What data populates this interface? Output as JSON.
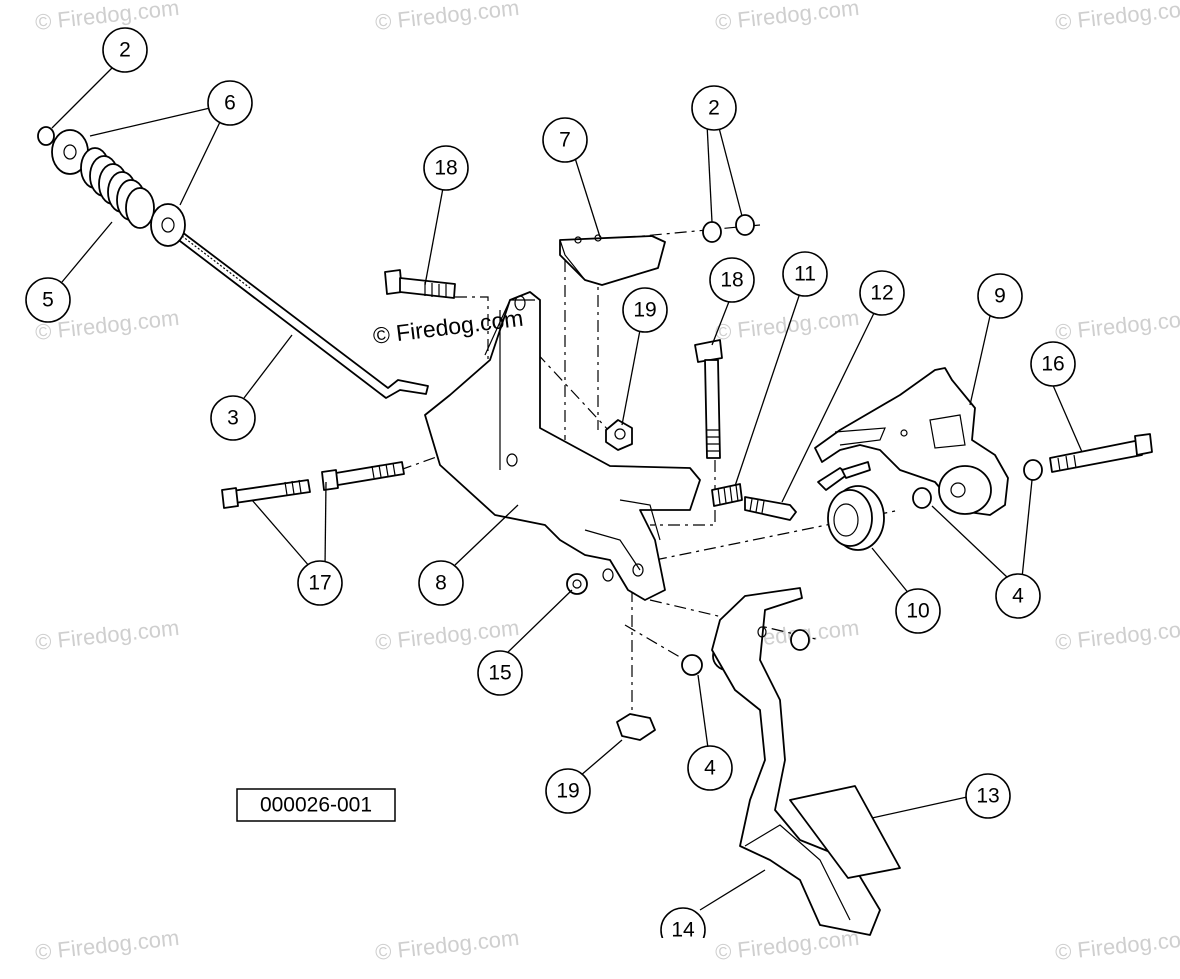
{
  "watermark": {
    "faint": "© Firedog.com",
    "main": "© Firedog.com"
  },
  "reference_code": "000026-001",
  "callouts": [
    {
      "id": "c2a",
      "label": "2"
    },
    {
      "id": "c6",
      "label": "6"
    },
    {
      "id": "c5",
      "label": "5"
    },
    {
      "id": "c3",
      "label": "3"
    },
    {
      "id": "c18a",
      "label": "18"
    },
    {
      "id": "c7",
      "label": "7"
    },
    {
      "id": "c2b",
      "label": "2"
    },
    {
      "id": "c19a",
      "label": "19"
    },
    {
      "id": "c18b",
      "label": "18"
    },
    {
      "id": "c11",
      "label": "11"
    },
    {
      "id": "c12",
      "label": "12"
    },
    {
      "id": "c9",
      "label": "9"
    },
    {
      "id": "c16",
      "label": "16"
    },
    {
      "id": "c17",
      "label": "17"
    },
    {
      "id": "c8",
      "label": "8"
    },
    {
      "id": "c10",
      "label": "10"
    },
    {
      "id": "c4a",
      "label": "4"
    },
    {
      "id": "c15",
      "label": "15"
    },
    {
      "id": "c4b",
      "label": "4"
    },
    {
      "id": "c19b",
      "label": "19"
    },
    {
      "id": "c13",
      "label": "13"
    },
    {
      "id": "c14",
      "label": "14"
    }
  ],
  "colors": {
    "line": "#000000",
    "watermark": "#cfcfcf",
    "background": "#ffffff"
  }
}
